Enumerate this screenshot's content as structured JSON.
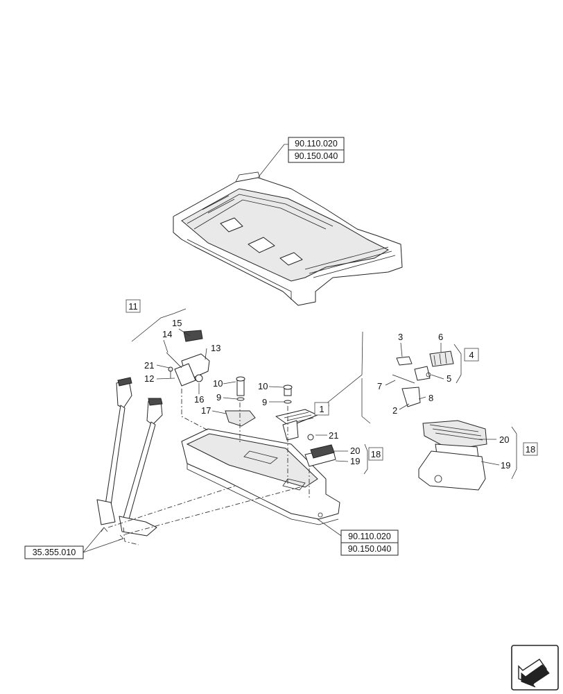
{
  "references": {
    "floor_top_1": "90.110.020",
    "floor_top_2": "90.150.040",
    "pedal_base_1": "90.110.020",
    "pedal_base_2": "90.150.040",
    "levers": "35.355.010"
  },
  "group_labels": {
    "group_11": "11",
    "group_4": "4",
    "group_1": "1",
    "group_18_left": "18",
    "group_18_right": "18"
  },
  "callouts": {
    "c15": "15",
    "c14": "14",
    "c13": "13",
    "c21a": "21",
    "c12": "12",
    "c16": "16",
    "c10a": "10",
    "c9a": "9",
    "c17": "17",
    "c10b": "10",
    "c9b": "9",
    "c3": "3",
    "c6": "6",
    "c7": "7",
    "c5": "5",
    "c8": "8",
    "c2": "2",
    "c21b": "21",
    "c20a": "20",
    "c19a": "19",
    "c20b": "20",
    "c19b": "19"
  },
  "icons": {
    "nav": "next-page-arrow-icon"
  }
}
